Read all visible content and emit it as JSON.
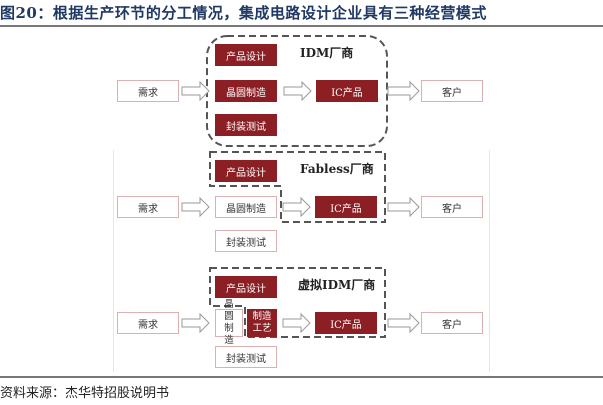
{
  "title": "图20：根据生产环节的分工情况，集成电路设计企业具有三种经营模式",
  "source": "资料来源：杰华特招股说明书",
  "colors": {
    "accent_red": "#8b1f24",
    "title_blue": "#1f3864",
    "dash_gray": "#555555"
  },
  "diagrams": [
    {
      "group_label": "IDM厂商",
      "demand": "需求",
      "design": "产品设计",
      "wafer": "晶圆制造",
      "packaging": "封装测试",
      "ic_product": "IC产品",
      "customer": "客户"
    },
    {
      "group_label": "Fabless厂商",
      "demand": "需求",
      "design": "产品设计",
      "wafer": "晶圆制造",
      "packaging": "封装测试",
      "ic_product": "IC产品",
      "customer": "客户"
    },
    {
      "group_label": "虚拟IDM厂商",
      "demand": "需求",
      "design": "产品设计",
      "wafer": "晶圆制造",
      "process": "制造工艺",
      "packaging": "封装测试",
      "ic_product": "IC产品",
      "customer": "客户"
    }
  ]
}
